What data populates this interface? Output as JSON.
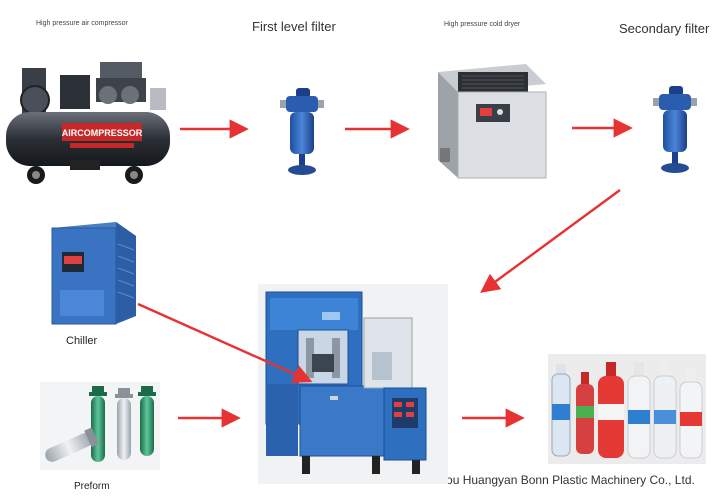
{
  "labels": {
    "compressor": "High pressure air compressor",
    "first_filter": "First level filter",
    "cold_dryer": "High pressure cold dryer",
    "secondary_filter": "Secondary filter",
    "chiller": "Chiller",
    "preform": "Preform"
  },
  "compressor_brand": "AIRCOMPRESSOR",
  "footer": "Taizhou Huangyan Bonn Plastic Machinery Co., Ltd.",
  "colors": {
    "arrow": "#e63232",
    "machine_blue": "#2f6fc0",
    "dark_blue": "#1b3f8a"
  }
}
